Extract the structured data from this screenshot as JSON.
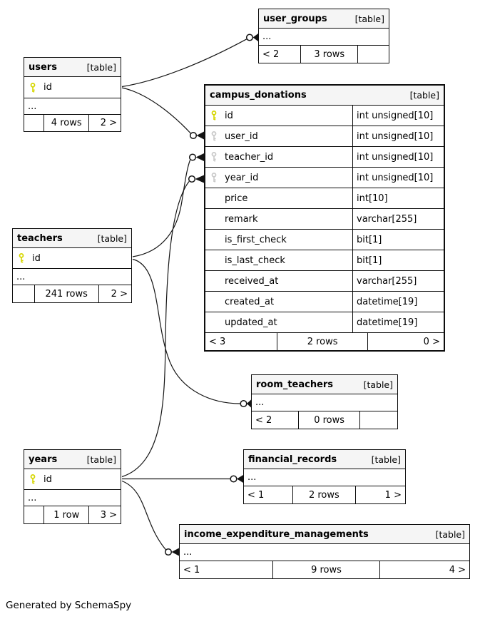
{
  "diagram": {
    "generator_note": "Generated by SchemaSpy",
    "ellipsis": "..."
  },
  "colors": {
    "primary_key": "#d6d600",
    "foreign_key": "#c9c9c9",
    "header_bg": "#f5f5f5",
    "border": "#0d0d0d"
  },
  "tables": {
    "users": {
      "name": "users",
      "tag": "[table]",
      "columns": [
        {
          "name": "id",
          "key": "primary"
        }
      ],
      "ellipsis": "...",
      "footer": [
        "",
        "4 rows",
        "2 >"
      ]
    },
    "user_groups": {
      "name": "user_groups",
      "tag": "[table]",
      "ellipsis": "...",
      "footer": [
        "< 2",
        "3 rows",
        ""
      ]
    },
    "campus_donations": {
      "name": "campus_donations",
      "tag": "[table]",
      "columns": [
        {
          "name": "id",
          "type": "int unsigned[10]",
          "key": "primary"
        },
        {
          "name": "user_id",
          "type": "int unsigned[10]",
          "key": "foreign"
        },
        {
          "name": "teacher_id",
          "type": "int unsigned[10]",
          "key": "foreign"
        },
        {
          "name": "year_id",
          "type": "int unsigned[10]",
          "key": "foreign"
        },
        {
          "name": "price",
          "type": "int[10]"
        },
        {
          "name": "remark",
          "type": "varchar[255]"
        },
        {
          "name": "is_first_check",
          "type": "bit[1]"
        },
        {
          "name": "is_last_check",
          "type": "bit[1]"
        },
        {
          "name": "received_at",
          "type": "varchar[255]"
        },
        {
          "name": "created_at",
          "type": "datetime[19]"
        },
        {
          "name": "updated_at",
          "type": "datetime[19]"
        }
      ],
      "footer": [
        "< 3",
        "2 rows",
        "0 >"
      ]
    },
    "teachers": {
      "name": "teachers",
      "tag": "[table]",
      "columns": [
        {
          "name": "id",
          "key": "primary"
        }
      ],
      "ellipsis": "...",
      "footer": [
        "",
        "241 rows",
        "2 >"
      ]
    },
    "room_teachers": {
      "name": "room_teachers",
      "tag": "[table]",
      "ellipsis": "...",
      "footer": [
        "< 2",
        "0 rows",
        ""
      ]
    },
    "years": {
      "name": "years",
      "tag": "[table]",
      "columns": [
        {
          "name": "id",
          "key": "primary"
        }
      ],
      "ellipsis": "...",
      "footer": [
        "",
        "1 row",
        "3 >"
      ]
    },
    "financial_records": {
      "name": "financial_records",
      "tag": "[table]",
      "ellipsis": "...",
      "footer": [
        "< 1",
        "2 rows",
        "1 >"
      ]
    },
    "income_expenditure_managements": {
      "name": "income_expenditure_managements",
      "tag": "[table]",
      "ellipsis": "...",
      "footer": [
        "< 1",
        "9 rows",
        "4 >"
      ]
    }
  },
  "relationships": [
    {
      "from": "users.id",
      "to": "user_groups"
    },
    {
      "from": "users.id",
      "to": "campus_donations.user_id"
    },
    {
      "from": "teachers.id",
      "to": "campus_donations.teacher_id"
    },
    {
      "from": "teachers.id",
      "to": "room_teachers"
    },
    {
      "from": "years.id",
      "to": "campus_donations.year_id"
    },
    {
      "from": "years.id",
      "to": "financial_records"
    },
    {
      "from": "years.id",
      "to": "income_expenditure_managements"
    }
  ]
}
